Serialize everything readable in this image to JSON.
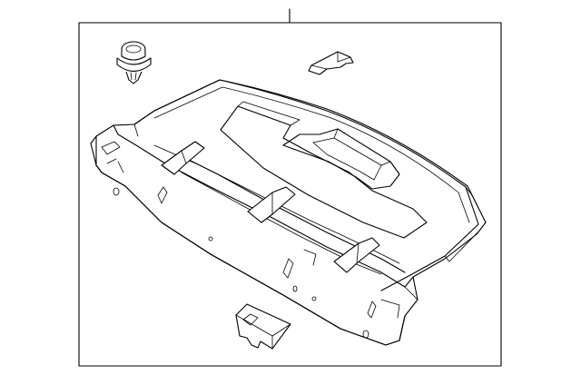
{
  "diagram": {
    "kind": "exploded-parts-view",
    "parts": [
      {
        "id": "rear-shelf-panel",
        "icon": "package-tray-panel"
      },
      {
        "id": "push-clip",
        "icon": "fastener-clip"
      },
      {
        "id": "upper-bracket",
        "icon": "bracket"
      },
      {
        "id": "lower-bracket",
        "icon": "bracket"
      }
    ],
    "callouts": [
      {
        "id": "callout-main",
        "label": ""
      }
    ],
    "line_color": "#000000",
    "background": "#ffffff"
  }
}
